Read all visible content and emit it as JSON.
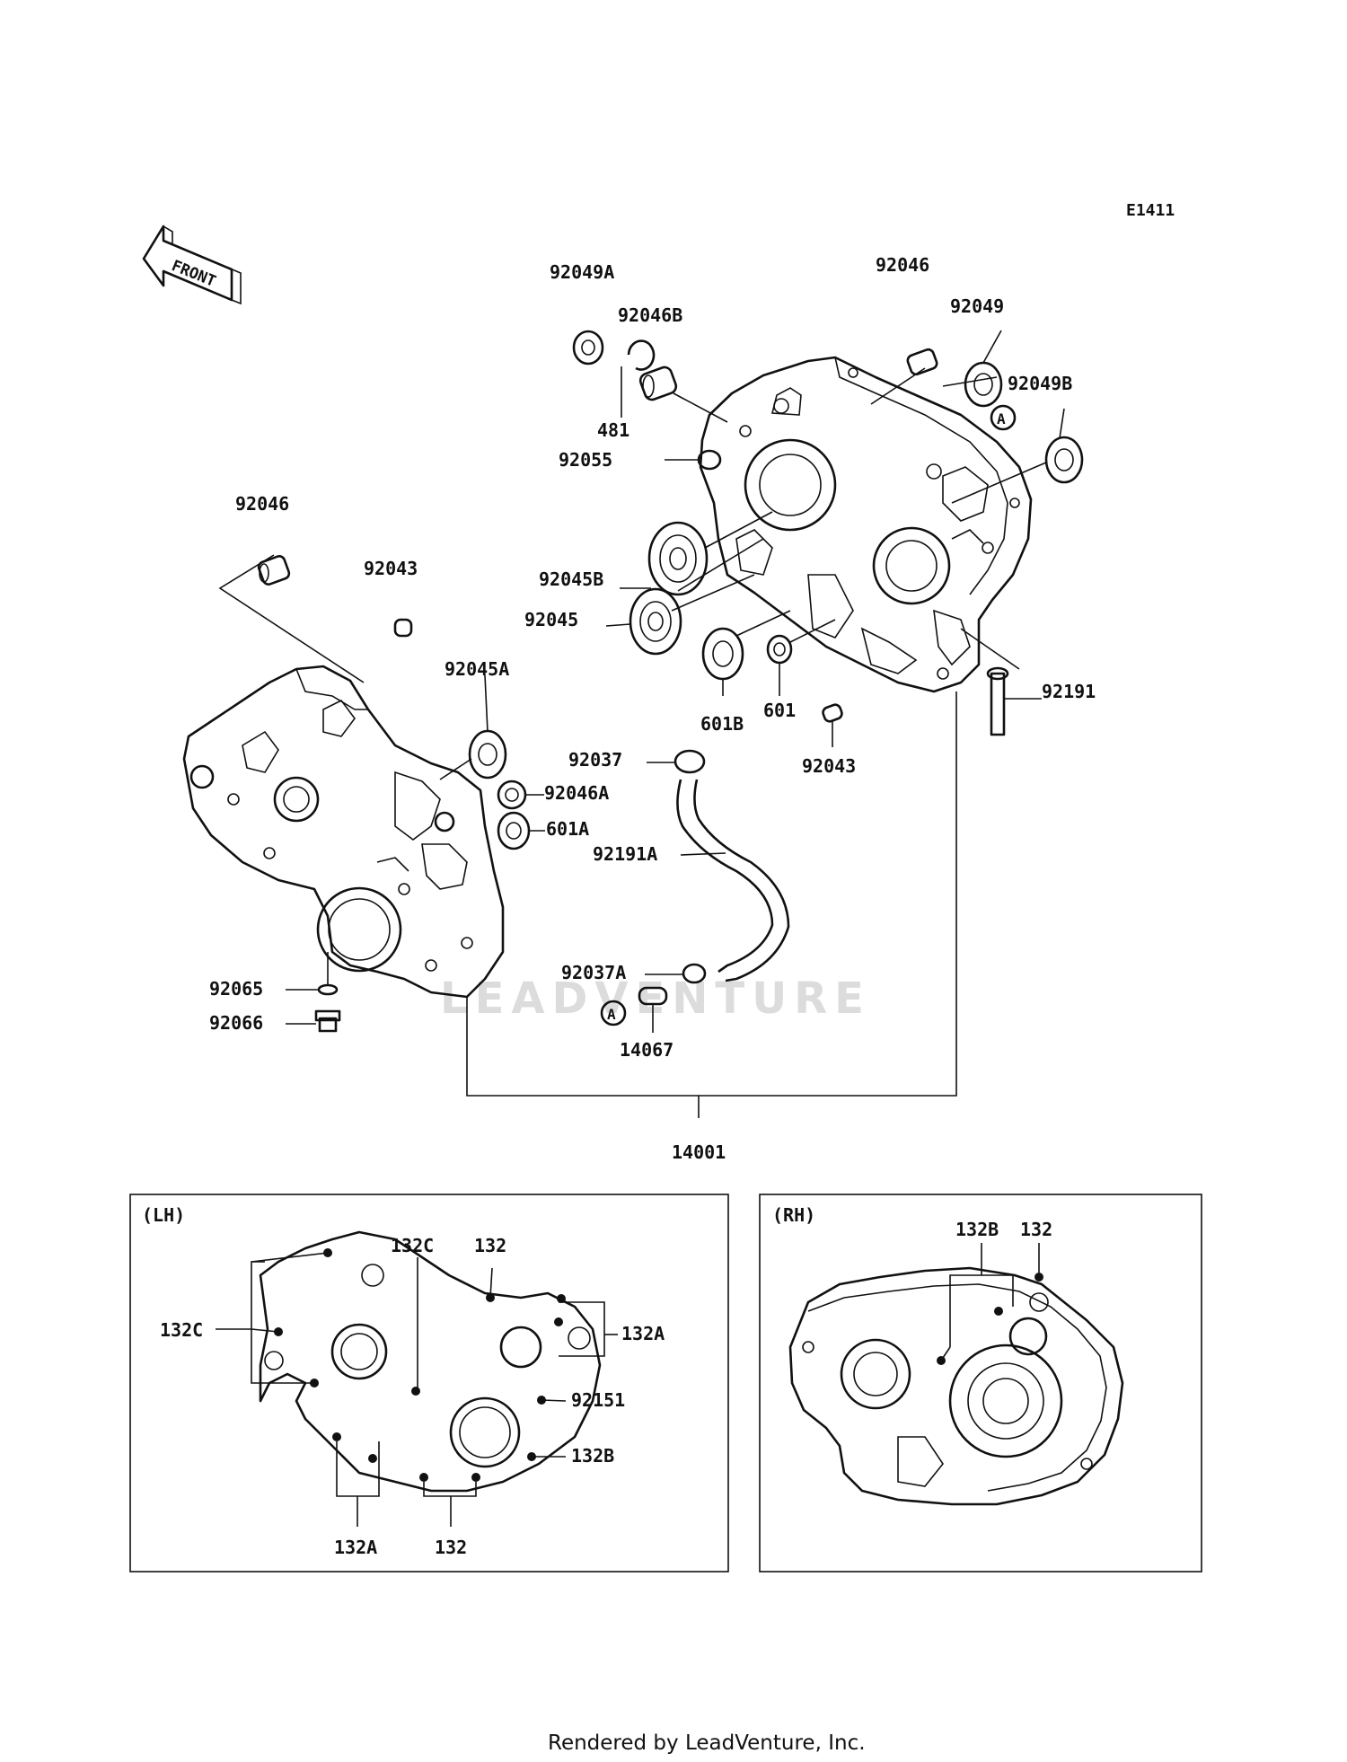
{
  "diagram_id": "E1411",
  "front_label": "FRONT",
  "watermark": "LEADVENTURE",
  "footer": "Rendered by LeadVenture, Inc.",
  "main_parts": {
    "p92049A": "92049A",
    "p92046B": "92046B",
    "p481": "481",
    "p92055": "92055",
    "p92046_top": "92046",
    "p92049": "92049",
    "p92049B": "92049B",
    "p92046_left": "92046",
    "p92043_left": "92043",
    "p92045B": "92045B",
    "p92045": "92045",
    "p92045A": "92045A",
    "p601B": "601B",
    "p601": "601",
    "p92191": "92191",
    "p92037": "92037",
    "p92046A": "92046A",
    "p92043_right": "92043",
    "p601A": "601A",
    "p92191A": "92191A",
    "p92065": "92065",
    "p92066": "92066",
    "p92037A": "92037A",
    "p14067": "14067",
    "p14001": "14001",
    "refA_top": "A",
    "refA_bottom": "A"
  },
  "lh_panel": {
    "title": "(LH)",
    "l_132C_left": "132C",
    "l_132C_top": "132C",
    "l_132_top": "132",
    "l_132A_right": "132A",
    "l_92151": "92151",
    "l_132B": "132B",
    "l_132A_bottom": "132A",
    "l_132_bottom": "132"
  },
  "rh_panel": {
    "title": "(RH)",
    "l_132B": "132B",
    "l_132": "132"
  }
}
